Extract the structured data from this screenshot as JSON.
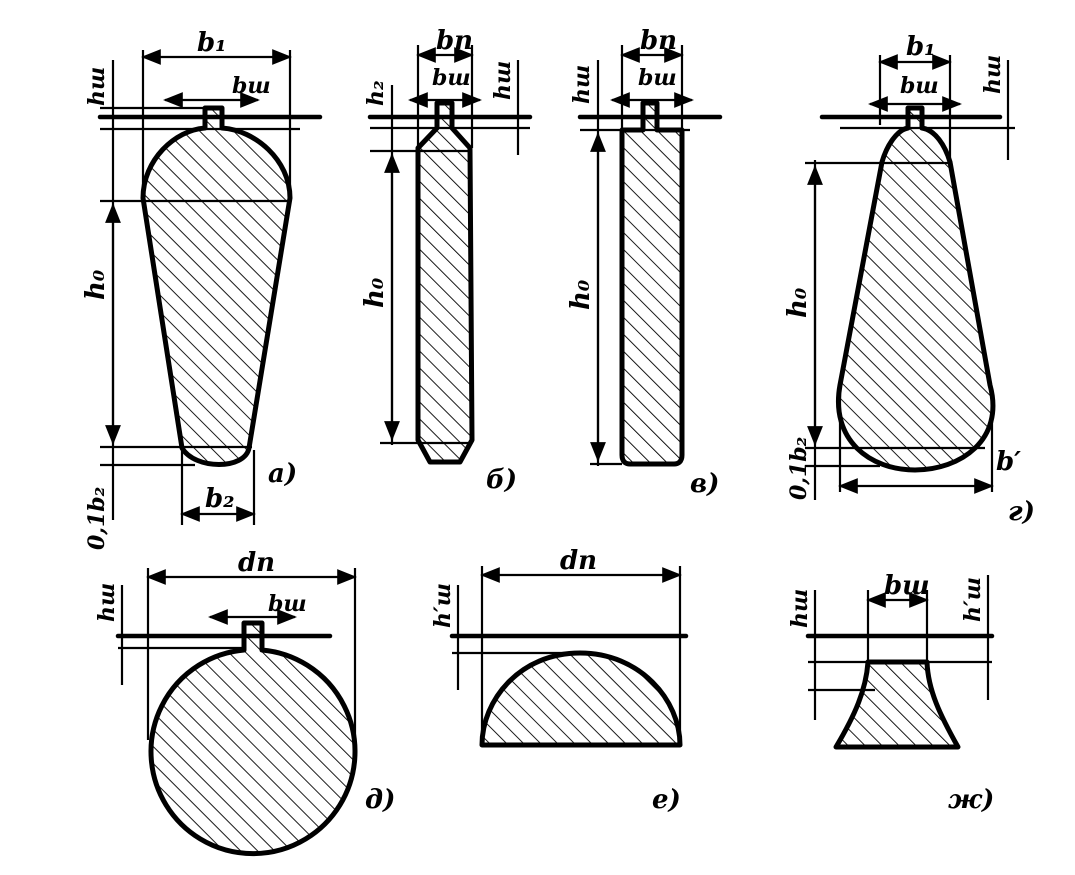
{
  "figures": {
    "a": {
      "caption": "а)",
      "labels": {
        "b1": "b₁",
        "bsh": "bш",
        "hsh": "hш",
        "h0": "h₀",
        "tenth_b2": "0,1b₂",
        "b2": "b₂"
      }
    },
    "b": {
      "caption": "б)",
      "labels": {
        "bp": "bп",
        "bsh": "bш",
        "h2": "h₂",
        "hsh": "hш",
        "h0": "h₀"
      }
    },
    "c": {
      "caption": "в)",
      "labels": {
        "bp": "bп",
        "bsh": "bш",
        "hsh": "hш",
        "h0": "h₀"
      }
    },
    "d": {
      "caption": "г)",
      "labels": {
        "b1": "b₁",
        "bsh": "bш",
        "hsh": "hш",
        "h0": "h₀",
        "tenth_b2": "0,1b₂",
        "bprime": "b′"
      }
    },
    "e": {
      "caption": "д)",
      "labels": {
        "dp": "dп",
        "hsh": "hш",
        "bsh": "bш"
      }
    },
    "f": {
      "caption": "е)",
      "labels": {
        "dp": "dп",
        "hsh_prime": "h′ш"
      }
    },
    "g": {
      "caption": "ж)",
      "labels": {
        "hsh": "hш",
        "bsh": "bш",
        "hsh_prime": "h′ш"
      }
    }
  }
}
